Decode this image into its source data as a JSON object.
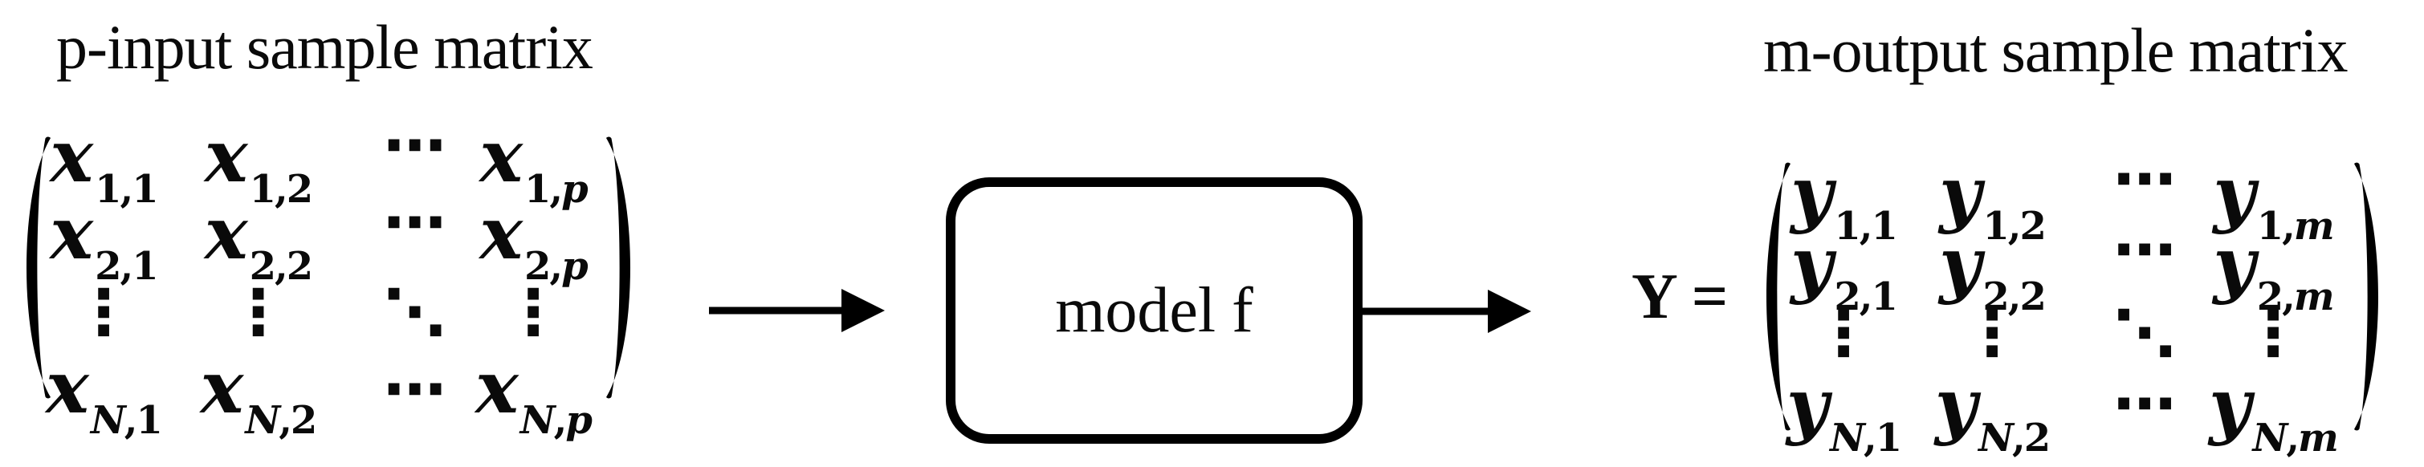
{
  "titles": {
    "input": "p-input sample matrix",
    "output": "m-output sample matrix"
  },
  "model_box": {
    "label": "model f"
  },
  "output_equation": {
    "prefix": "Y ="
  },
  "colors": {
    "ink": "#000000",
    "background": "#ffffff"
  },
  "matrices": {
    "input": {
      "rows": [
        [
          {
            "v": "x",
            "s": "1,1"
          },
          {
            "v": "x",
            "s": "1,2"
          },
          {
            "d": "⋯"
          },
          {
            "v": "x",
            "s": "1,p"
          }
        ],
        [
          {
            "v": "x",
            "s": "2,1"
          },
          {
            "v": "x",
            "s": "2,2"
          },
          {
            "d": "⋯"
          },
          {
            "v": "x",
            "s": "2,p"
          }
        ],
        [
          {
            "d": "⋮"
          },
          {
            "d": "⋮"
          },
          {
            "d": "⋱"
          },
          {
            "d": "⋮"
          }
        ],
        [
          {
            "v": "x",
            "s": "N,1"
          },
          {
            "v": "x",
            "s": "N,2"
          },
          {
            "d": "⋯"
          },
          {
            "v": "x",
            "s": "N,p"
          }
        ]
      ]
    },
    "output": {
      "rows": [
        [
          {
            "v": "y",
            "s": "1,1"
          },
          {
            "v": "y",
            "s": "1,2"
          },
          {
            "d": "⋯"
          },
          {
            "v": "y",
            "s": "1,m"
          }
        ],
        [
          {
            "v": "y",
            "s": "2,1"
          },
          {
            "v": "y",
            "s": "2,2"
          },
          {
            "d": "⋯"
          },
          {
            "v": "y",
            "s": "2,m"
          }
        ],
        [
          {
            "d": "⋮"
          },
          {
            "d": "⋮"
          },
          {
            "d": "⋱"
          },
          {
            "d": "⋮"
          }
        ],
        [
          {
            "v": "y",
            "s": "N,1"
          },
          {
            "v": "y",
            "s": "N,2"
          },
          {
            "d": "⋯"
          },
          {
            "v": "y",
            "s": "N,m"
          }
        ]
      ]
    }
  }
}
